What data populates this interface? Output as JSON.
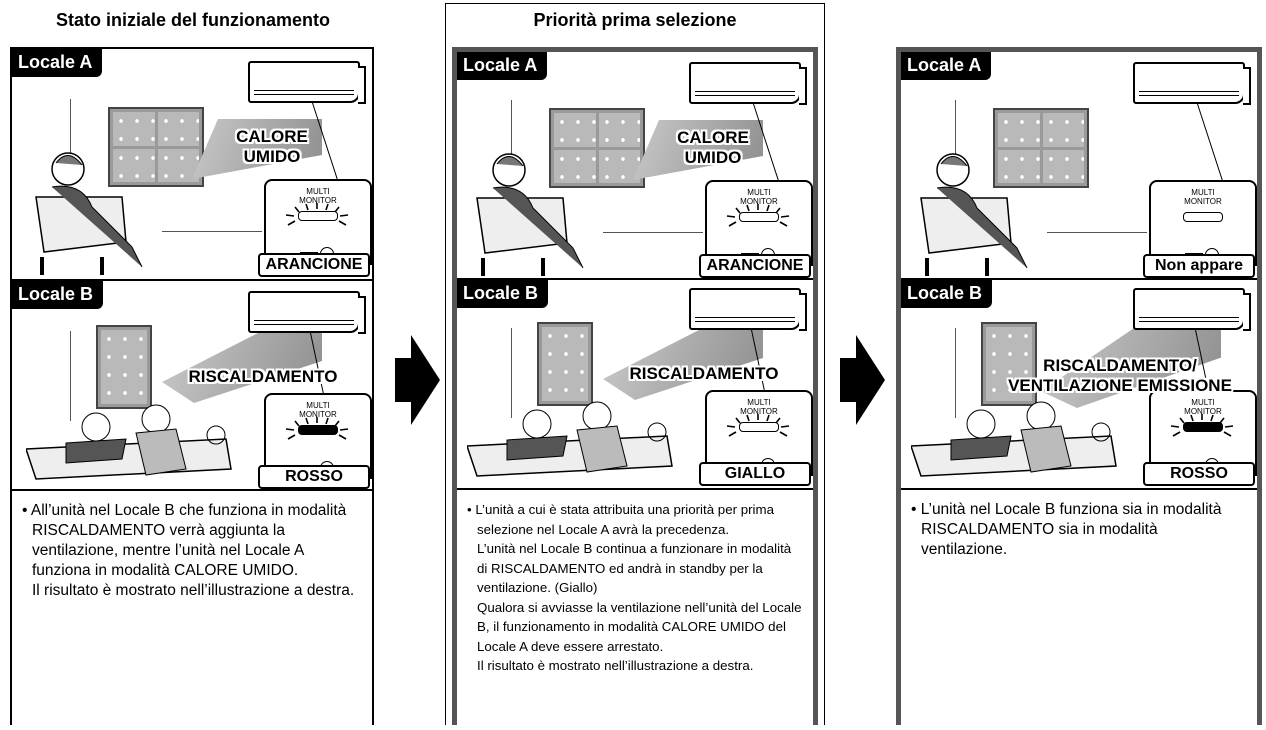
{
  "titles": {
    "col1": "Stato iniziale del funzionamento",
    "col2": "Priorità prima selezione"
  },
  "room_labels": {
    "a": "Locale A",
    "b": "Locale B"
  },
  "monitor_text": "MULTI\nMONITOR",
  "panels": [
    {
      "mode_a": "CALORE\nUMIDO",
      "color_a": "ARANCIONE",
      "mode_b": "RISCALDAMENTO",
      "color_b": "ROSSO",
      "description": "• All’unità nel Locale B che funziona in modalità RISCALDAMENTO verrà aggiunta la ventilazione, mentre l’unità nel Locale A funziona in modalità CALORE UMIDO.\nIl risultato è mostrato nell’illustrazione a destra."
    },
    {
      "mode_a": "CALORE\nUMIDO",
      "color_a": "ARANCIONE",
      "mode_b": "RISCALDAMENTO",
      "color_b": "GIALLO",
      "description": "• L’unità a cui è stata attribuita una priorità per prima selezione nel Locale A avrà la precedenza.\nL’unità nel Locale B continua a funzionare in modalità di RISCALDAMENTO ed andrà in standby per la ventilazione. (Giallo)\nQualora si avviasse la ventilazione nell’unità del Locale B, il funzionamento in modalità CALORE UMIDO del Locale A deve essere arrestato.\nIl risultato è mostrato nell’illustrazione a destra."
    },
    {
      "color_a": "Non appare",
      "mode_b": "RISCALDAMENTO/\nVENTILAZIONE EMISSIONE",
      "color_b": "ROSSO",
      "description": "• L’unità nel Locale B funziona sia in modalità RISCALDAMENTO sia in modalità ventilazione."
    }
  ]
}
